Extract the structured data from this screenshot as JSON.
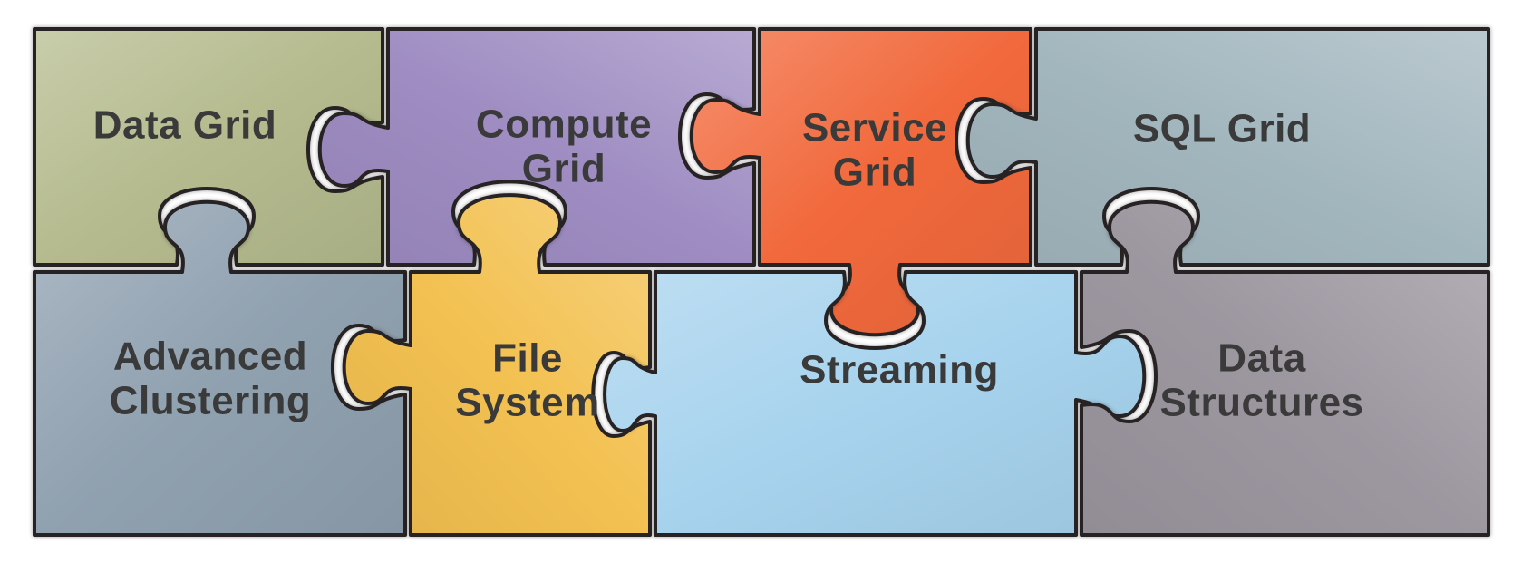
{
  "diagram": {
    "type": "jigsaw-puzzle",
    "pieces": [
      {
        "id": "data-grid",
        "label": "Data Grid",
        "color": "#b5bb8e"
      },
      {
        "id": "compute-grid",
        "label": "Compute\nGrid",
        "color": "#9e8cc2"
      },
      {
        "id": "service-grid",
        "label": "Service\nGrid",
        "color": "#f1693c"
      },
      {
        "id": "sql-grid",
        "label": "SQL Grid",
        "color": "#a2b6be"
      },
      {
        "id": "advanced-clustering",
        "label": "Advanced\nClustering",
        "color": "#90a1b0"
      },
      {
        "id": "file-system",
        "label": "File\nSystem",
        "color": "#f3c151"
      },
      {
        "id": "streaming",
        "label": "Streaming",
        "color": "#a7d3ee"
      },
      {
        "id": "data-structures",
        "label": "Data\nStructures",
        "color": "#9d97a0"
      }
    ],
    "colors": {
      "background": "#ffffff",
      "text": "#3b3a3a",
      "outline": "#272223"
    }
  }
}
